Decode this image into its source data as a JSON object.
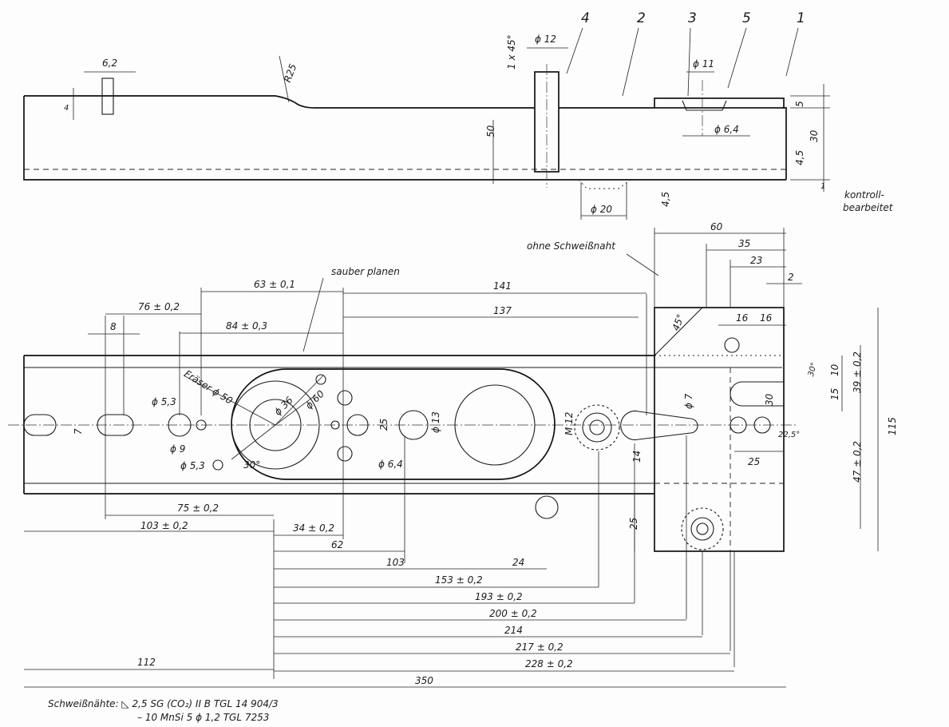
{
  "side_view": {
    "part_numbers": [
      "4",
      "2",
      "3",
      "5",
      "1"
    ],
    "dims": {
      "w62": "6,2",
      "r25": "R25",
      "d12": "ϕ 12",
      "chamfer": "1 x 45°",
      "d11": "ϕ 11",
      "d64": "ϕ 6,4",
      "h50": "50",
      "t5": "5",
      "t45_right": "4,5",
      "t30": "30",
      "t1": "1",
      "d20": "ϕ 20",
      "t45_bottom": "4,5",
      "small_y": "4"
    },
    "note": [
      "kontroll-",
      "bearbeitet"
    ]
  },
  "plan_view": {
    "labels": {
      "ohne": "ohne Schweißnaht",
      "sauber": "sauber planen",
      "fraeser": "Fräser ϕ 50"
    },
    "top_dims": {
      "d60": "60",
      "d35": "35",
      "d23": "23",
      "d2": "2",
      "d63": "63 ± 0,1",
      "d141": "141",
      "d137": "137",
      "d76": "76 ± 0,2",
      "d84": "84 ± 0,3",
      "d8": "8",
      "d16a": "16",
      "d16b": "16",
      "ang45": "45°"
    },
    "hole_dims": {
      "d53a": "ϕ 5,3",
      "d9": "ϕ 9",
      "d53b": "ϕ 5,3",
      "d36": "ϕ 36",
      "d60h": "ϕ 60",
      "a30": "30°",
      "d25": "25",
      "d13": "ϕ 13",
      "d64b": "ϕ 6,4",
      "m12": "M 12",
      "d14": "14",
      "d7": "ϕ 7",
      "d7slot": "7",
      "d10": "10",
      "d15": "15",
      "d39": "39 ± 0,2",
      "d115": "115",
      "d47": "47 ± 0,2",
      "d25r": "25",
      "d225": "22,5°",
      "d30r": "30",
      "d25v": "25",
      "ang30b": "30°"
    },
    "bottom_dims": {
      "d75": "75 ± 0,2",
      "d103a": "103 ± 0,2",
      "d34": "34 ± 0,2",
      "d62": "62",
      "d103": "103",
      "d24": "24",
      "d153": "153 ± 0,2",
      "d193": "193 ± 0,2",
      "d200": "200 ± 0,2",
      "d214": "214",
      "d217": "217 ± 0,2",
      "d112": "112",
      "d228": "228 ± 0,2",
      "d350": "350"
    }
  },
  "weld_note": {
    "line1": "Schweißnähte: ◺ 2,5 SG (CO₂) II B TGL 14 904/3",
    "line2": "– 10 MnSi 5 ϕ 1,2 TGL 7253"
  }
}
